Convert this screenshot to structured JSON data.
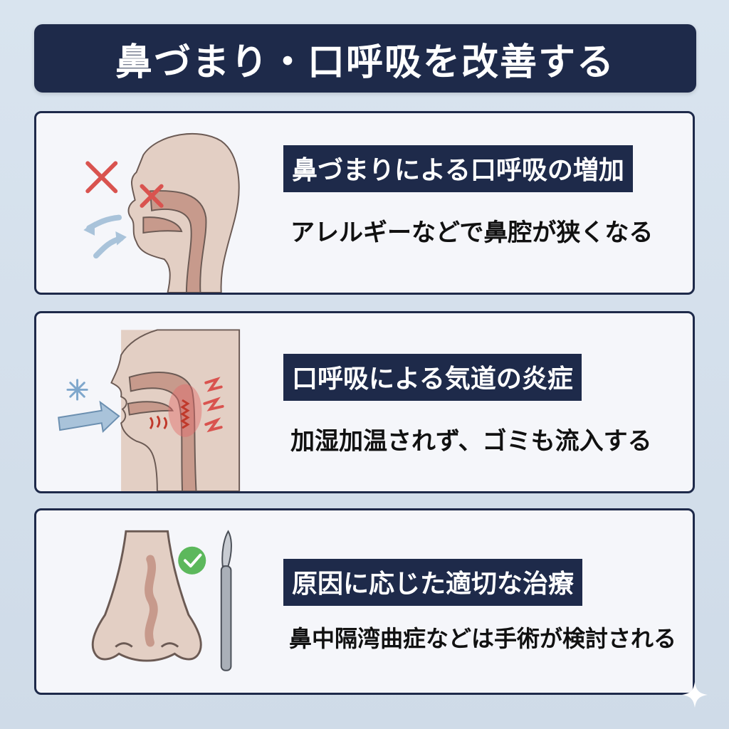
{
  "title": "鼻づまり・口呼吸を改善する",
  "cards": [
    {
      "heading": "鼻づまりによる口呼吸の増加",
      "description": "アレルギーなどで鼻腔が狭くなる",
      "icon": "blocked-nose-head-icon"
    },
    {
      "heading": "口呼吸による気道の炎症",
      "description": "加湿加温されず、ゴミも流入する",
      "icon": "inflamed-airway-icon"
    },
    {
      "heading": "原因に応じた適切な治療",
      "description": "鼻中隔湾曲症などは手術が検討される",
      "icon": "nose-scalpel-icon"
    }
  ],
  "colors": {
    "navy": "#1e2a4a",
    "card_bg": "#f5f6fa",
    "skin": "#e3cfc4",
    "airway": "#c79a8c",
    "red": "#d9534f",
    "arrow": "#a9c3da",
    "check_green": "#5cb85c"
  }
}
